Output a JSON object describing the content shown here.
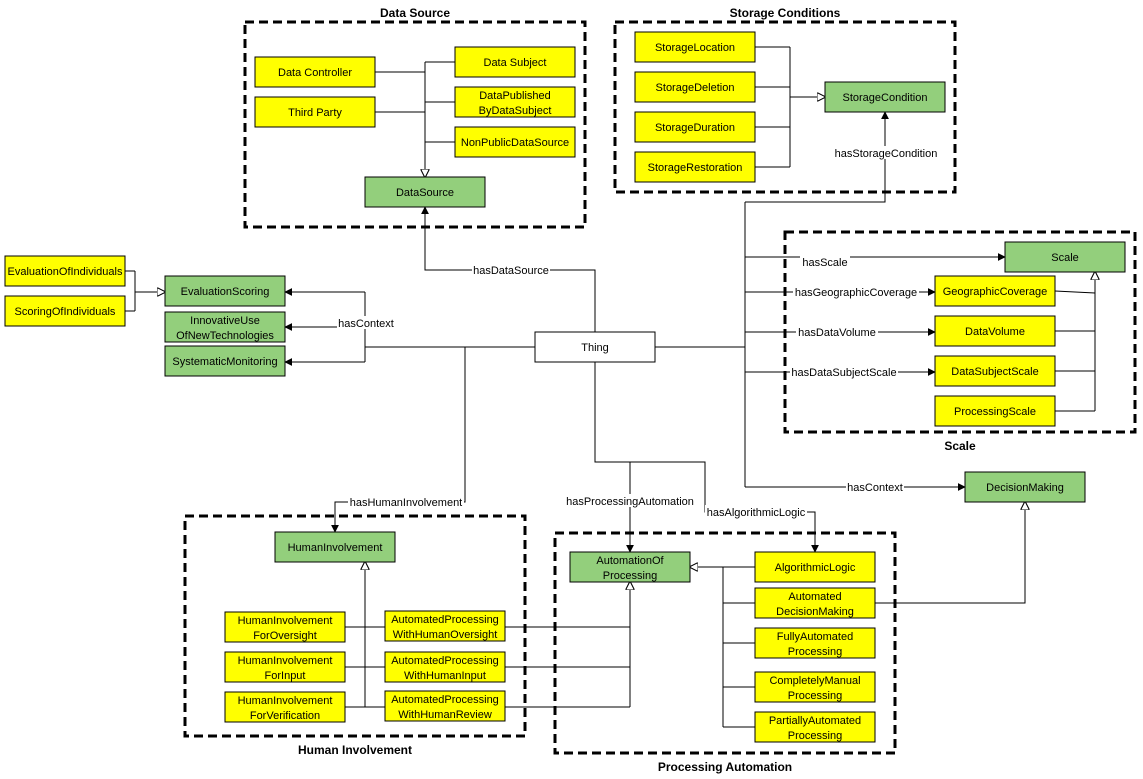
{
  "colors": {
    "yellow": "#ffff00",
    "green": "#93cf7c",
    "white": "#ffffff",
    "line": "#000000"
  },
  "groups": {
    "data_source": "Data Source",
    "storage_conditions": "Storage Conditions",
    "scale": "Scale",
    "human_involvement": "Human Involvement",
    "processing_automation": "Processing Automation"
  },
  "nodes": {
    "data_controller": "Data Controller",
    "third_party": "Third Party",
    "data_subject": "Data Subject",
    "data_published_1": "DataPublished",
    "data_published_2": "ByDataSubject",
    "non_public_data_source": "NonPublicDataSource",
    "data_source": "DataSource",
    "storage_location": "StorageLocation",
    "storage_deletion": "StorageDeletion",
    "storage_duration": "StorageDuration",
    "storage_restoration": "StorageRestoration",
    "storage_condition": "StorageCondition",
    "evaluation_of_individuals": "EvaluationOfIndividuals",
    "scoring_of_individuals": "ScoringOfIndividuals",
    "evaluation_scoring": "EvaluationScoring",
    "innovative_use_1": "InnovativeUse",
    "innovative_use_2": "OfNewTechnologies",
    "systematic_monitoring": "SystematicMonitoring",
    "thing": "Thing",
    "scale": "Scale",
    "geographic_coverage": "GeographicCoverage",
    "data_volume": "DataVolume",
    "data_subject_scale": "DataSubjectScale",
    "processing_scale": "ProcessingScale",
    "decision_making": "DecisionMaking",
    "human_involvement": "HumanInvolvement",
    "hi_oversight_1": "HumanInvolvement",
    "hi_oversight_2": "ForOversight",
    "hi_input_1": "HumanInvolvement",
    "hi_input_2": "ForInput",
    "hi_verification_1": "HumanInvolvement",
    "hi_verification_2": "ForVerification",
    "ap_oversight_1": "AutomatedProcessing",
    "ap_oversight_2": "WithHumanOversight",
    "ap_input_1": "AutomatedProcessing",
    "ap_input_2": "WithHumanInput",
    "ap_review_1": "AutomatedProcessing",
    "ap_review_2": "WithHumanReview",
    "automation_1": "AutomationOf",
    "automation_2": "Processing",
    "algorithmic_logic": "AlgorithmicLogic",
    "automated_dm_1": "Automated",
    "automated_dm_2": "DecisionMaking",
    "fully_automated_1": "FullyAutomated",
    "fully_automated_2": "Processing",
    "completely_manual_1": "CompletelyManual",
    "completely_manual_2": "Processing",
    "partially_automated_1": "PartiallyAutomated",
    "partially_automated_2": "Processing"
  },
  "edges": {
    "has_data_source": "hasDataSource",
    "has_context_left": "hasContext",
    "has_storage_condition": "hasStorageCondition",
    "has_scale": "hasScale",
    "has_geographic_coverage": "hasGeographicCoverage",
    "has_data_volume": "hasDataVolume",
    "has_data_subject_scale": "hasDataSubjectScale",
    "has_context_right": "hasContext",
    "has_human_involvement": "hasHumanInvolvement",
    "has_processing_automation": "hasProcessingAutomation",
    "has_algorithmic_logic": "hasAlgorithmicLogic"
  }
}
